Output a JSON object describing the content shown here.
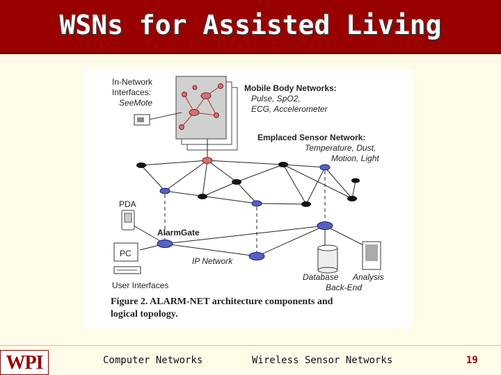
{
  "slide": {
    "title": "WSNs for Assisted Living",
    "footer_left": "Computer Networks",
    "footer_center": "Wireless Sensor Networks",
    "page_number": "19",
    "logo": "WPI"
  },
  "figure": {
    "in_network_title": [
      "In-Network",
      "Interfaces:"
    ],
    "in_network_item": "SeeMote",
    "body_title": "Mobile Body Networks:",
    "body_items": [
      "Pulse, SpO2,",
      "ECG, Accelerometer"
    ],
    "emplaced_title": "Emplaced Sensor Network:",
    "emplaced_items": [
      "Temperature, Dust,",
      "Motion, Light"
    ],
    "pda": "PDA",
    "alarmgate": "AlarmGate",
    "pc": "PC",
    "ip_network": "IP Network",
    "user_interfaces": "User Interfaces",
    "database": "Database",
    "analysis": "Analysis",
    "backend": "Back-End",
    "caption_line1": "Figure 2.   ALARM-NET architecture components and",
    "caption_line2": "logical topology.",
    "colors": {
      "emplaced": "#111111",
      "gateway": "#5560c8",
      "body": "#d87070"
    }
  }
}
